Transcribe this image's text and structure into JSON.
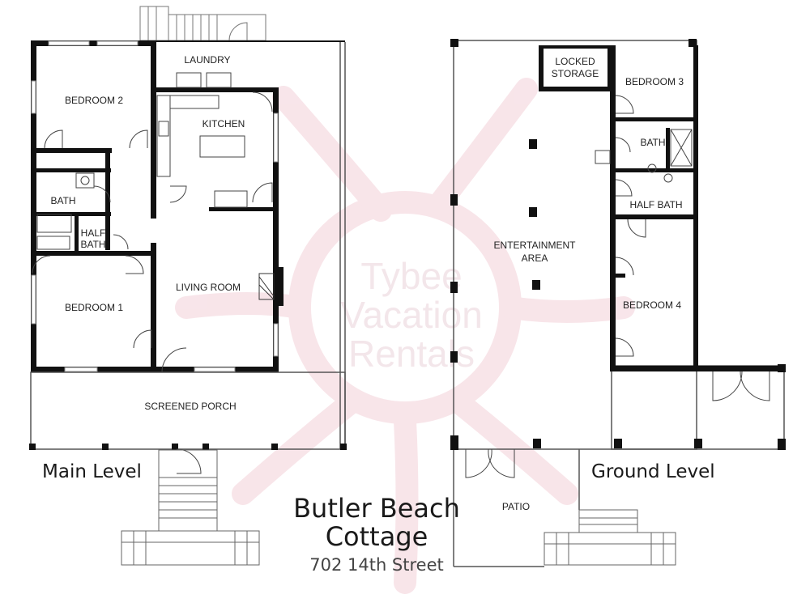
{
  "watermark": {
    "line1": "Tybee",
    "line2": "Vacation",
    "line3": "Rentals",
    "color": "#f6dde3"
  },
  "main_level": {
    "heading": "Main Level",
    "rooms": {
      "laundry": "LAUNDRY",
      "bedroom2": "BEDROOM 2",
      "kitchen": "KITCHEN",
      "bath": "BATH",
      "half_bath_1": "HALF",
      "half_bath_2": "BATH",
      "bedroom1": "BEDROOM 1",
      "living_room": "LIVING ROOM",
      "screened_porch": "SCREENED PORCH"
    }
  },
  "ground_level": {
    "heading": "Ground Level",
    "rooms": {
      "locked_storage_1": "LOCKED",
      "locked_storage_2": "STORAGE",
      "bedroom3": "BEDROOM 3",
      "bath": "BATH",
      "half_bath": "HALF BATH",
      "entertainment_1": "ENTERTAINMENT",
      "entertainment_2": "AREA",
      "bedroom4": "BEDROOM 4",
      "patio": "PATIO"
    }
  },
  "property": {
    "name_line1": "Butler Beach",
    "name_line2": "Cottage",
    "address": "702 14th Street"
  }
}
